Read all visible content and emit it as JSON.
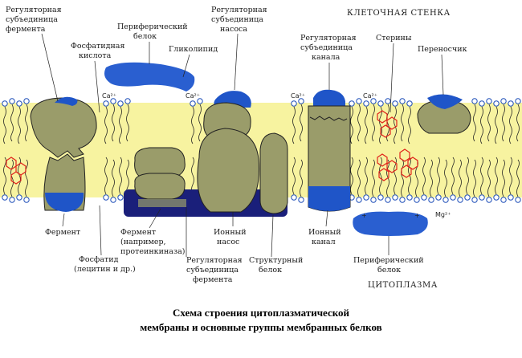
{
  "headers": {
    "cell_wall": "КЛЕТОЧНАЯ СТЕНКА",
    "cytoplasm": "ЦИТОПЛАЗМА"
  },
  "labels": {
    "reg_enzyme_top": [
      "Регуляторная",
      "субъединица",
      "фермента"
    ],
    "peripheral_top": [
      "Периферический",
      "белок"
    ],
    "reg_pump_top": [
      "Регуляторная",
      "субъединица",
      "насоса"
    ],
    "phosphatidic_acid": [
      "Фосфатидная",
      "кислота"
    ],
    "glycolipid": "Гликолипид",
    "reg_channel_top": [
      "Регуляторная",
      "субъединица",
      "канала"
    ],
    "sterols": "Стерины",
    "carrier": "Переносчик",
    "enzyme_bottom": "Фермент",
    "enzyme_example": [
      "Фермент",
      "(например,",
      "протеинкиназа)"
    ],
    "ion_pump": [
      "Ионный",
      "насос"
    ],
    "ion_channel": [
      "Ионный",
      "канал"
    ],
    "phosphatide": [
      "Фосфатид",
      "(лецитин и др.)"
    ],
    "reg_enzyme_bottom": [
      "Регуляторная",
      "субъединица",
      "фермента"
    ],
    "structural_protein": [
      "Структурный",
      "белок"
    ],
    "peripheral_bottom": [
      "Периферический",
      "белок"
    ]
  },
  "ions": {
    "ca1": "Ca²⁺",
    "ca2": "Ca²⁺",
    "ca3": "Ca²⁺",
    "ca4": "Ca²⁺",
    "mg": "Mg²⁺"
  },
  "caption": {
    "line1": "Схема строения цитоплазматической",
    "line2": "мембраны и основные группы мембранных белков"
  },
  "colors": {
    "bilayer": "#f7f3a0",
    "protein": "#9a9c6a",
    "regulatory": "#1f55c8",
    "peripheral": "#2a5fd0",
    "enzyme_dark": "#1a1f7a",
    "sterol": "#e0231b"
  }
}
